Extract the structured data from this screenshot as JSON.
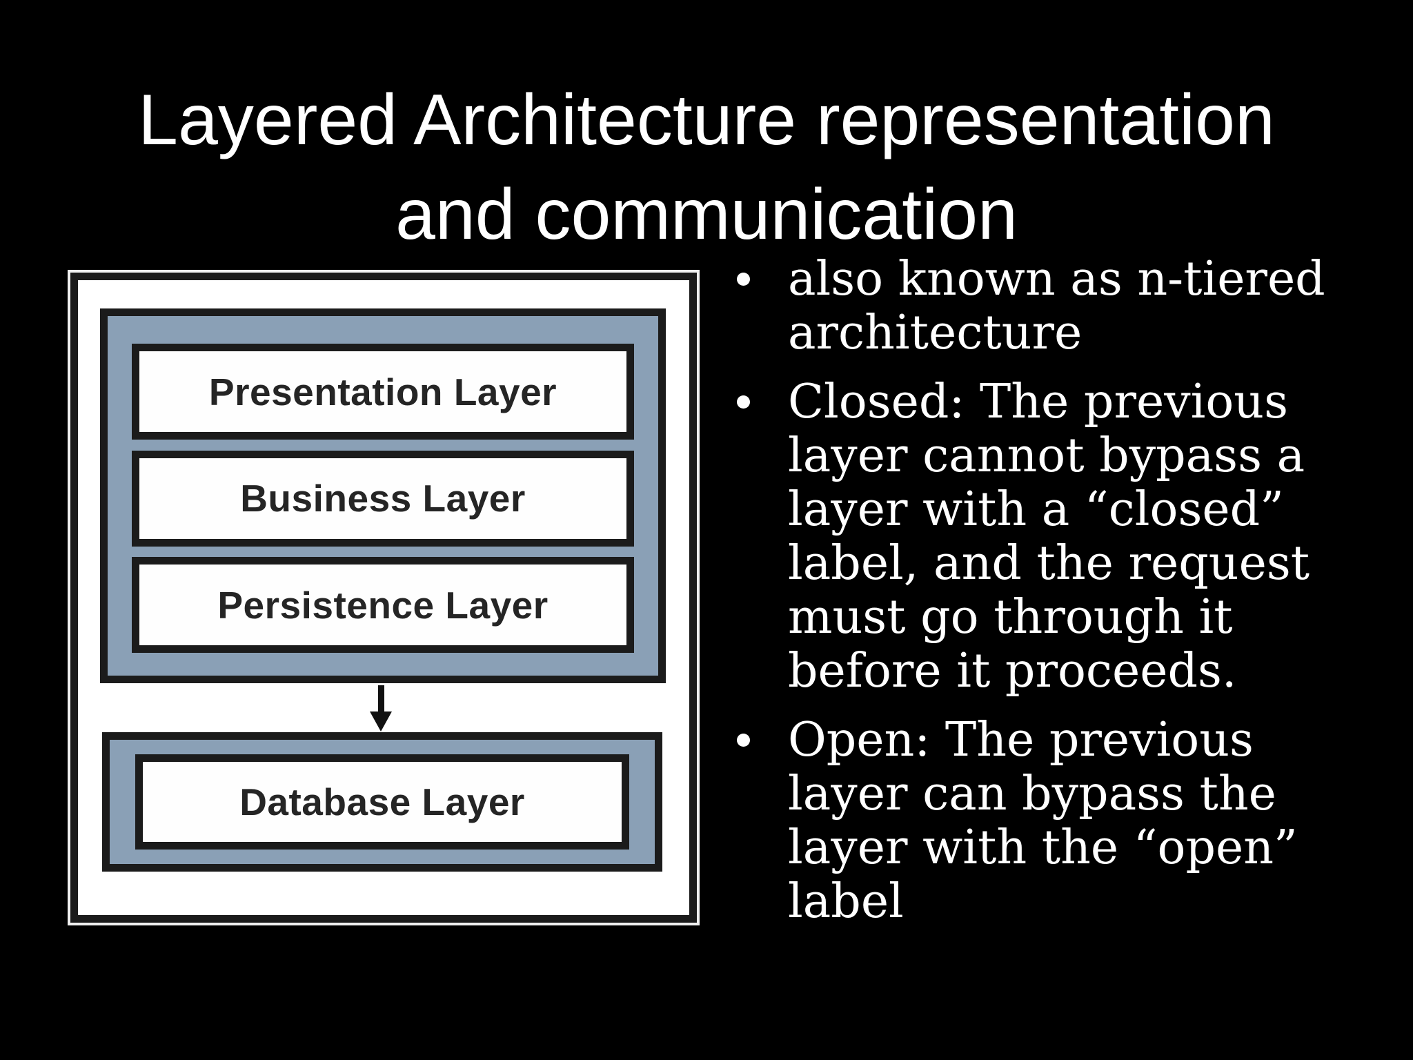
{
  "slide": {
    "title_lines": {
      "line1": "Layered Architecture representation",
      "line2": "and communication"
    }
  },
  "diagram": {
    "top_group_layers": [
      "Presentation Layer",
      "Business Layer",
      "Persistence Layer"
    ],
    "bottom_group_layers": [
      "Database Layer"
    ],
    "arrow_direction": "down"
  },
  "bullets": [
    {
      "lines": [
        "also known as n-tiered",
        "architecture"
      ]
    },
    {
      "lines": [
        "Closed: The previous",
        "layer cannot bypass a",
        "layer with a “closed”",
        "label, and the request",
        "must go through it",
        "before it proceeds."
      ]
    },
    {
      "lines": [
        "Open: The previous",
        "layer can bypass the",
        "layer with the “open”",
        "label"
      ]
    }
  ],
  "colors": {
    "background": "#000000",
    "title_text": "#ffffff",
    "bullet_text": "#ffffff",
    "group_fill": "#8aa0b6",
    "layer_box_fill": "#fefefe",
    "diagram_border": "#1b1b1b",
    "layer_label_text": "#252525"
  }
}
